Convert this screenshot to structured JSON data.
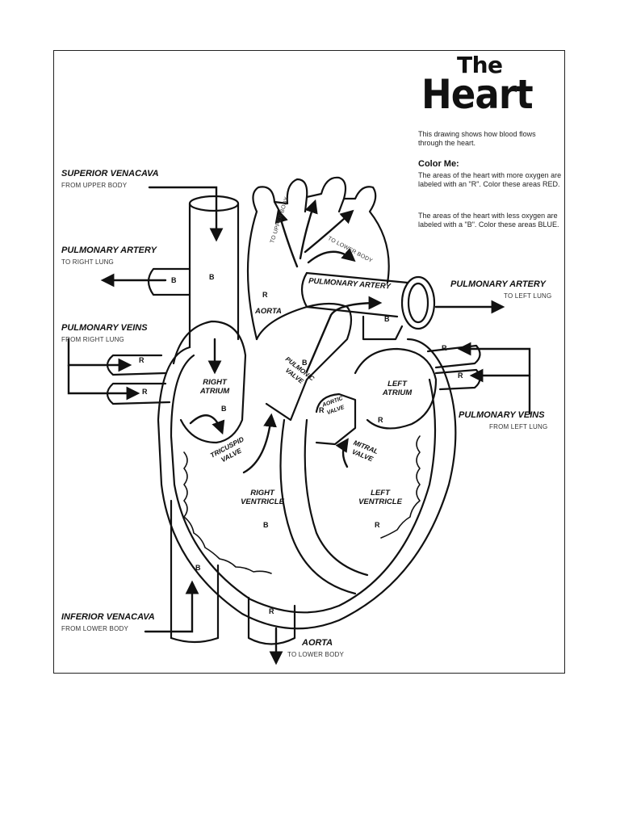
{
  "title": {
    "line1": "The",
    "line2": "Heart"
  },
  "intro": "This drawing shows how blood flows through the heart.",
  "color_me": {
    "heading": "Color Me:",
    "para1": "The areas of the heart with more oxygen are labeled with an \"R\". Color these areas RED.",
    "para2": "The areas of the heart with less oxygen are labeled with a \"B\". Color these areas BLUE."
  },
  "callouts": {
    "superior_vena_cava": {
      "title": "SUPERIOR VENACAVA",
      "sub": "FROM UPPER BODY"
    },
    "pulmonary_artery_right": {
      "title": "PULMONARY ARTERY",
      "sub": "TO RIGHT LUNG"
    },
    "pulmonary_veins_right": {
      "title": "PULMONARY VEINS",
      "sub": "FROM RIGHT LUNG"
    },
    "inferior_vena_cava": {
      "title": "INFERIOR VENACAVA",
      "sub": "FROM LOWER BODY"
    },
    "pulmonary_artery_left": {
      "title": "PULMONARY ARTERY",
      "sub": "TO LEFT LUNG"
    },
    "pulmonary_veins_left": {
      "title": "PULMONARY VEINS",
      "sub": "FROM LEFT LUNG"
    },
    "aorta_bottom": {
      "title": "AORTA",
      "sub": "TO LOWER BODY"
    }
  },
  "inner_labels": {
    "pulmonary_artery": "PULMONARY ARTERY",
    "aorta": "AORTA",
    "to_upper_body": "TO UPPER BODY",
    "to_lower_body": "TO LOWER BODY",
    "right_atrium": "RIGHT ATRIUM",
    "left_atrium": "LEFT ATRIUM",
    "pulmonic_valve": "PULMONIC VALVE",
    "aortic_valve": "AORTIC VALVE",
    "tricuspid_valve": "TRICUSPID VALVE",
    "mitral_valve": "MITRAL VALVE",
    "right_ventricle": "RIGHT VENTRICLE",
    "left_ventricle": "LEFT VENTRICLE"
  },
  "markers": {
    "red": "R",
    "blue": "B"
  }
}
